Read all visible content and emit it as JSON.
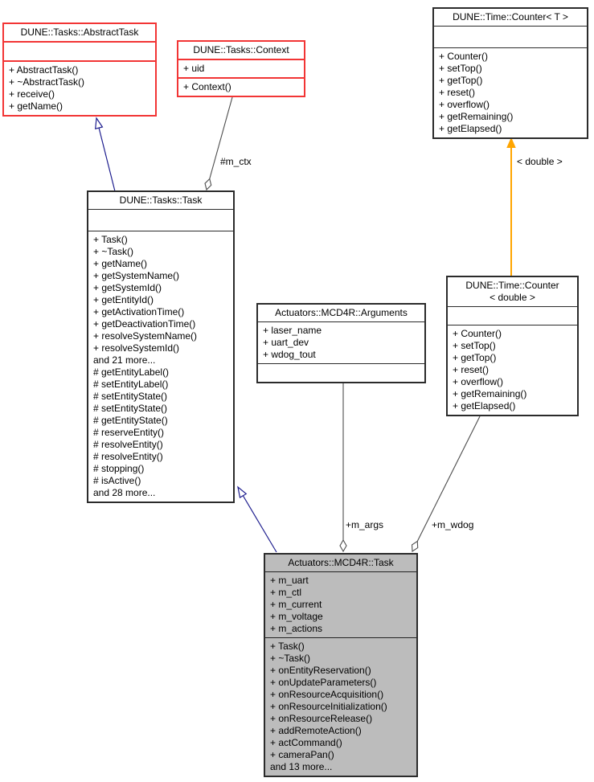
{
  "classes": {
    "abstract_task": {
      "title": "DUNE::Tasks::AbstractTask",
      "attributes": [],
      "methods": [
        "+ AbstractTask()",
        "+ ~AbstractTask()",
        "+ receive()",
        "+ getName()"
      ]
    },
    "context": {
      "title": "DUNE::Tasks::Context",
      "attributes": [
        "+ uid"
      ],
      "methods": [
        "+ Context()"
      ]
    },
    "counter_t": {
      "title": "DUNE::Time::Counter< T >",
      "attributes": [],
      "methods": [
        "+ Counter()",
        "+ setTop()",
        "+ getTop()",
        "+ reset()",
        "+ overflow()",
        "+ getRemaining()",
        "+ getElapsed()"
      ]
    },
    "task": {
      "title": "DUNE::Tasks::Task",
      "attributes": [],
      "methods": [
        "+ Task()",
        "+ ~Task()",
        "+ getName()",
        "+ getSystemName()",
        "+ getSystemId()",
        "+ getEntityId()",
        "+ getActivationTime()",
        "+ getDeactivationTime()",
        "+ resolveSystemName()",
        "+ resolveSystemId()",
        "and 21 more...",
        "# getEntityLabel()",
        "# setEntityLabel()",
        "# setEntityState()",
        "# setEntityState()",
        "# getEntityState()",
        "# reserveEntity()",
        "# resolveEntity()",
        "# resolveEntity()",
        "# stopping()",
        "# isActive()",
        "and 28 more..."
      ]
    },
    "arguments": {
      "title": "Actuators::MCD4R::Arguments",
      "attributes": [
        "+ laser_name",
        "+ uart_dev",
        "+ wdog_tout"
      ],
      "methods": []
    },
    "counter_double": {
      "title": "DUNE::Time::Counter",
      "title_line2": "< double >",
      "attributes": [],
      "methods": [
        "+ Counter()",
        "+ setTop()",
        "+ getTop()",
        "+ reset()",
        "+ overflow()",
        "+ getRemaining()",
        "+ getElapsed()"
      ]
    },
    "mcd4r_task": {
      "title": "Actuators::MCD4R::Task",
      "attributes": [
        "+ m_uart",
        "+ m_ctl",
        "+ m_current",
        "+ m_voltage",
        "+ m_actions"
      ],
      "methods": [
        "+ Task()",
        "+ ~Task()",
        "+ onEntityReservation()",
        "+ onUpdateParameters()",
        "+ onResourceAcquisition()",
        "+ onResourceInitialization()",
        "+ onResourceRelease()",
        "+ addRemoteAction()",
        "+ actCommand()",
        "+ cameraPan()",
        "and 13 more..."
      ]
    }
  },
  "edges": {
    "m_ctx": {
      "label": "#m_ctx",
      "type": "aggregation"
    },
    "template_instance": {
      "label": "< double >",
      "type": "template-instantiation"
    },
    "m_args": {
      "label": "+m_args",
      "type": "aggregation"
    },
    "m_wdog": {
      "label": "+m_wdog",
      "type": "aggregation"
    },
    "task_inherits_abstract_task": {
      "type": "inheritance"
    },
    "mcd4r_inherits_task": {
      "type": "inheritance"
    }
  },
  "colors": {
    "truncated_node_border": "#f23535",
    "node_border": "#2b2b2b",
    "focus_node_fill": "#bcbcbc",
    "inheritance_edge": "#1f1f8f",
    "aggregation_edge": "#4d4d4d",
    "template_edge": "#ffa500"
  }
}
